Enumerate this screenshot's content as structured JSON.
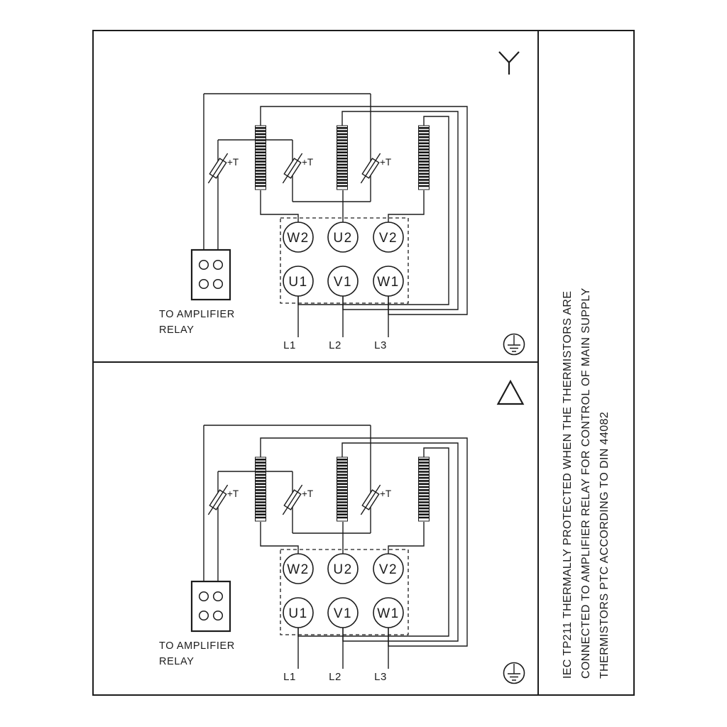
{
  "panel": {
    "terminals_top": [
      "W2",
      "U2",
      "V2"
    ],
    "terminals_bottom": [
      "U1",
      "V1",
      "W1"
    ],
    "supply_lines": [
      "L1",
      "L2",
      "L3"
    ],
    "thermistor_label": "+T",
    "relay_caption_line1": "TO AMPLIFIER",
    "relay_caption_line2": "RELAY"
  },
  "icons": {
    "top_panel_symbol": "star-connection",
    "bottom_panel_symbol": "delta-connection",
    "earth": "protective-earth-ground",
    "thermistor": "ptc-thermistor",
    "winding": "stator-winding-coil"
  },
  "sidebar": {
    "lines": [
      "IEC TP211 THERMALLY PROTECTED WHEN THE THERMISTORS ARE",
      "CONNECTED TO AMPLIFIER RELAY FOR CONTROL OF MAIN SUPPLY",
      "THERMISTORS PTC ACCORDING TO DIN 44082"
    ]
  },
  "colors": {
    "line": "#1c1c1c",
    "background": "#ffffff"
  }
}
